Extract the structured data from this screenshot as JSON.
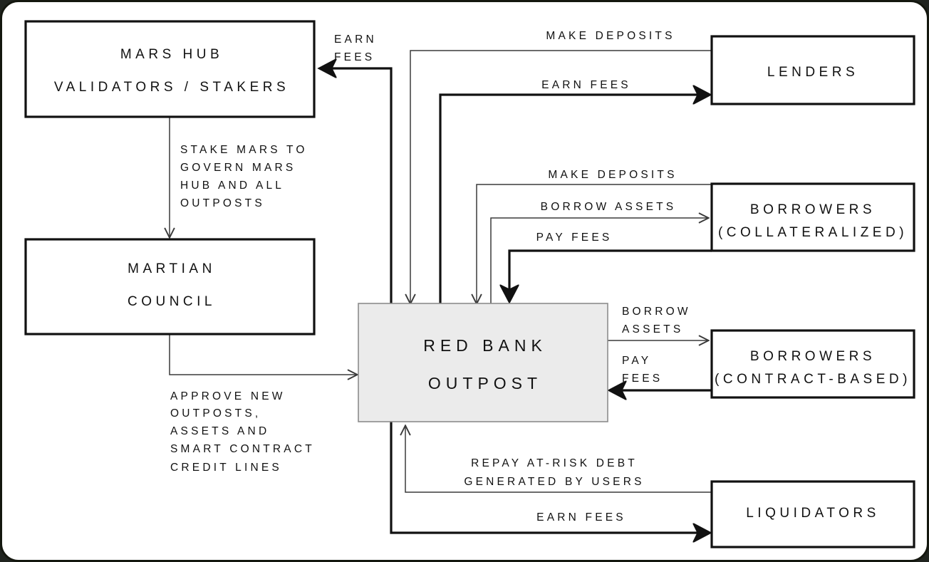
{
  "diagram": {
    "title": "Mars Protocol Red Bank Outpost Flow",
    "background_color": "#ffffff",
    "frame_color": "#14170f",
    "accent_fill": "#ebebeb",
    "line_color": "#111111"
  },
  "nodes": {
    "mars_hub": {
      "line1": "MARS HUB",
      "line2": "VALIDATORS / STAKERS"
    },
    "martian_council": {
      "line1": "MARTIAN",
      "line2": "COUNCIL"
    },
    "red_bank": {
      "line1": "RED BANK",
      "line2": "OUTPOST"
    },
    "lenders": {
      "line1": "LENDERS"
    },
    "borrowers_collateralized": {
      "line1": "BORROWERS",
      "line2": "(COLLATERALIZED)"
    },
    "borrowers_contract": {
      "line1": "BORROWERS",
      "line2": "(CONTRACT-BASED)"
    },
    "liquidators": {
      "line1": "LIQUIDATORS"
    }
  },
  "edges": {
    "earn_fees_hub": {
      "line1": "EARN",
      "line2": "FEES"
    },
    "stake_mars": {
      "line1": "STAKE MARS TO",
      "line2": "GOVERN MARS",
      "line3": "HUB AND ALL",
      "line4": "OUTPOSTS"
    },
    "approve_new": {
      "line1": "APPROVE NEW",
      "line2": "OUTPOSTS,",
      "line3": "ASSETS AND",
      "line4": "SMART CONTRACT",
      "line5": "CREDIT LINES"
    },
    "lenders_make_deposits": {
      "line1": "MAKE DEPOSITS"
    },
    "lenders_earn_fees": {
      "line1": "EARN FEES"
    },
    "borrowers_make_deposits": {
      "line1": "MAKE DEPOSITS"
    },
    "borrowers_borrow_assets": {
      "line1": "BORROW ASSETS"
    },
    "borrowers_pay_fees": {
      "line1": "PAY FEES"
    },
    "contract_borrow_assets": {
      "line1": "BORROW",
      "line2": "ASSETS"
    },
    "contract_pay_fees": {
      "line1": "PAY",
      "line2": "FEES"
    },
    "liquidators_repay": {
      "line1": "REPAY AT-RISK  DEBT",
      "line2": "GENERATED BY USERS"
    },
    "liquidators_earn_fees": {
      "line1": "EARN FEES"
    }
  }
}
